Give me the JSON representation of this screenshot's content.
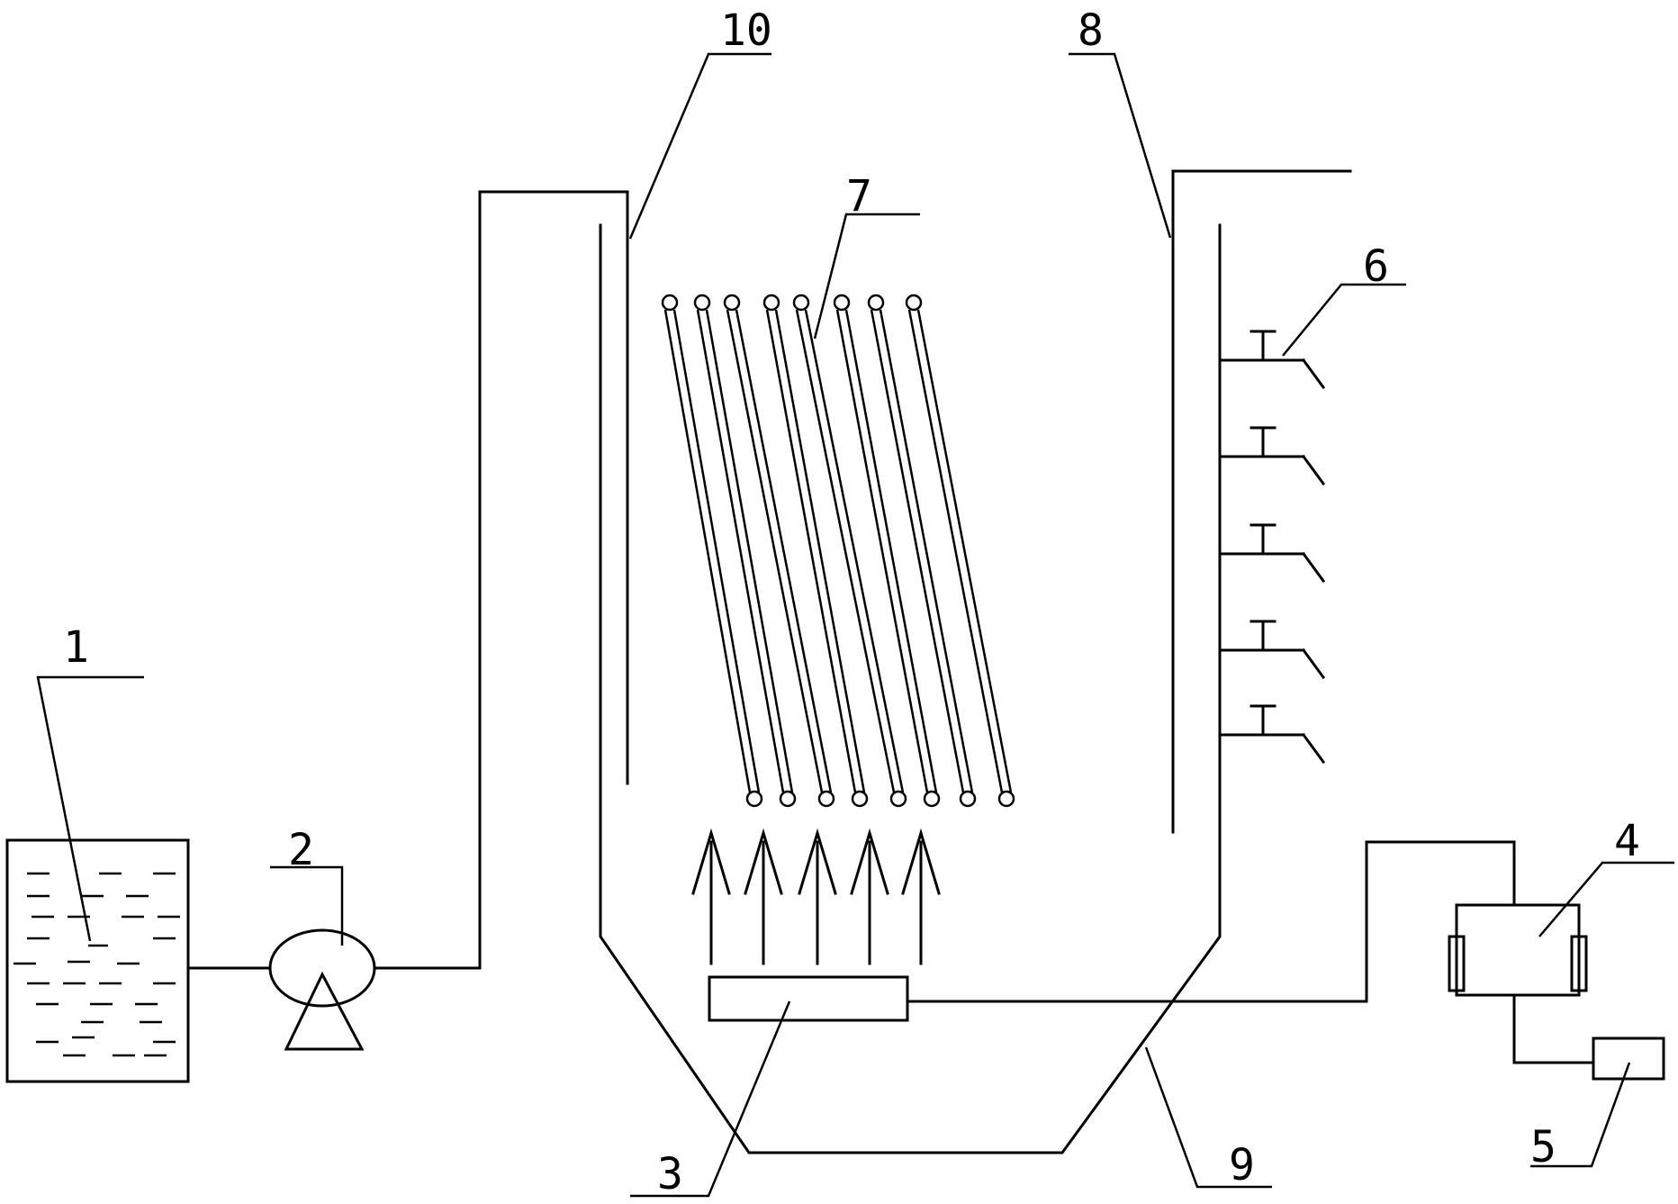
{
  "labels": {
    "l1": "1",
    "l2": "2",
    "l3": "3",
    "l4": "4",
    "l5": "5",
    "l6": "6",
    "l7": "7",
    "l8": "8",
    "l9": "9",
    "l10": "10"
  },
  "counts": {
    "tubes": 8,
    "valves": 5,
    "arrows": 5
  },
  "colors": {
    "line": "#000000",
    "background": "#ffffff"
  }
}
